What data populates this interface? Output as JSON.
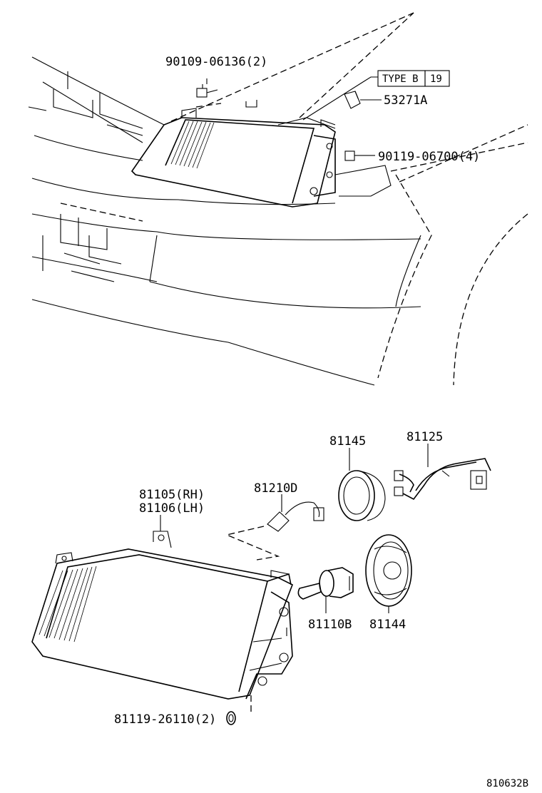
{
  "labels": {
    "bolt_top": "90109-06136(2)",
    "type_box_left": "TYPE B",
    "type_box_right": "19",
    "clip": "53271A",
    "screw_side": "90119-06700(4)",
    "socket_cover": "81145",
    "wire_harness": "81125",
    "bulb_small": "81210D",
    "headlamp_rh": "81105(RH)",
    "headlamp_lh": "81106(LH)",
    "bulb_main": "81110B",
    "reflector_cover": "81144",
    "nut": "81119-26110(2)",
    "figure_code": "810632B"
  }
}
